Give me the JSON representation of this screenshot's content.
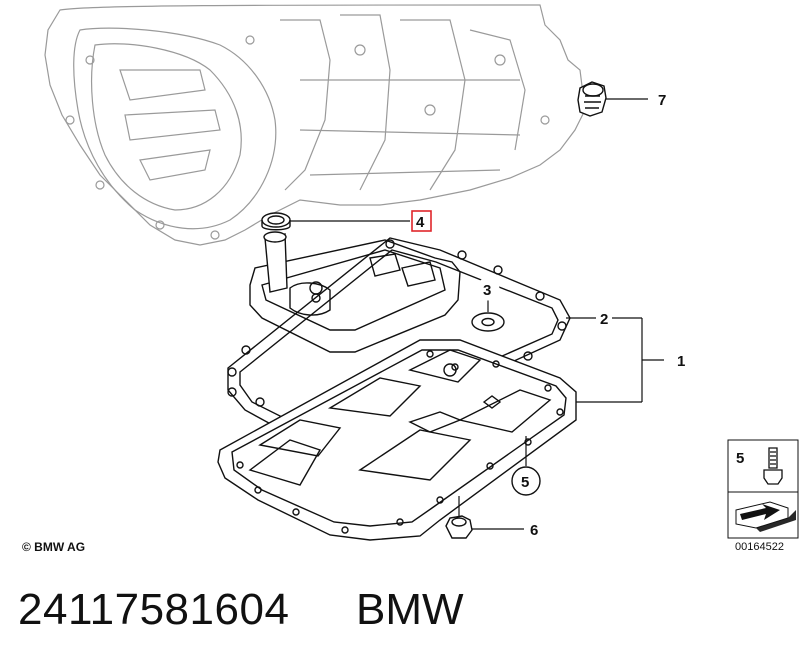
{
  "callouts": {
    "c1": "1",
    "c2": "2",
    "c3": "3",
    "c4": "4",
    "c5": "5",
    "c6": "6",
    "c7": "7"
  },
  "legend": {
    "number": "5"
  },
  "footer": {
    "copyright": "© BMW AG",
    "drawing_number": "00164522",
    "part_number": "24117581604",
    "brand": "BMW"
  },
  "colors": {
    "line": "#111111",
    "faint_line": "#9a9a9a",
    "highlight_box": "#e0262b"
  }
}
